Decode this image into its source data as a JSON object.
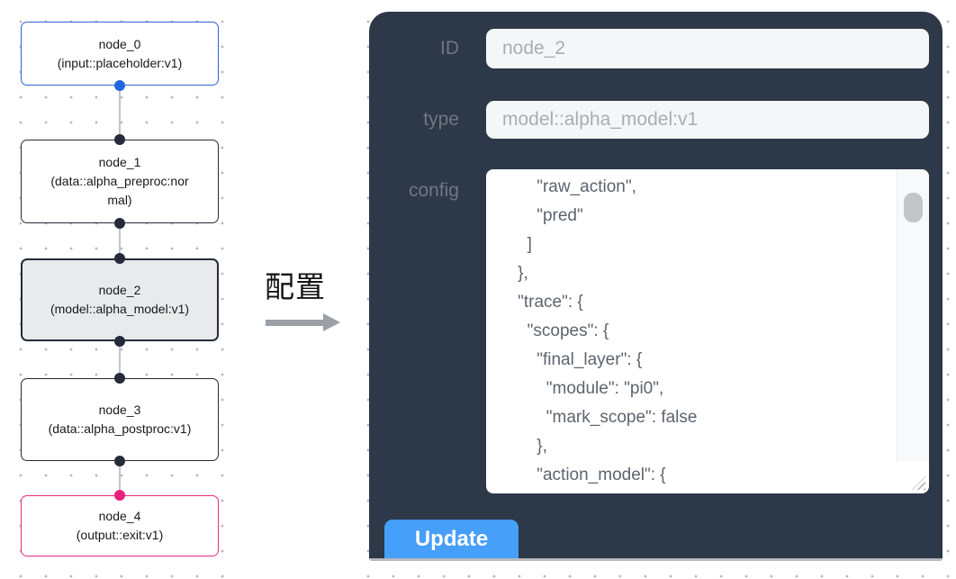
{
  "canvas": {
    "nodes": [
      {
        "id": "node_0",
        "title": "node_0",
        "subtitle": "(input::placeholder:v1)",
        "kind": "input",
        "border_color": "#2e62d9",
        "selected": false
      },
      {
        "id": "node_1",
        "title": "node_1",
        "subtitle": "(data::alpha_preproc:normal)",
        "kind": "data",
        "border_color": "#252b38",
        "selected": false
      },
      {
        "id": "node_2",
        "title": "node_2",
        "subtitle": "(model::alpha_model:v1)",
        "kind": "model",
        "border_color": "#252b38",
        "selected": true
      },
      {
        "id": "node_3",
        "title": "node_3",
        "subtitle": "(data::alpha_postproc:v1)",
        "kind": "data",
        "border_color": "#252b38",
        "selected": false
      },
      {
        "id": "node_4",
        "title": "node_4",
        "subtitle": "(output::exit:v1)",
        "kind": "output",
        "border_color": "#ea2a7e",
        "selected": false
      }
    ],
    "port_colors": {
      "input": "#2166e0",
      "default": "#252b38",
      "output": "#ea1f7b"
    }
  },
  "annotation": {
    "label": "配置",
    "arrow_direction": "right"
  },
  "panel": {
    "background": "#2d3848",
    "fields": [
      {
        "label": "ID",
        "value": "node_2"
      },
      {
        "label": "type",
        "value": "model::alpha_model:v1"
      }
    ],
    "config_label": "config",
    "config_value": "        \"raw_action\",\n        \"pred\"\n      ]\n    },\n    \"trace\": {\n      \"scopes\": {\n        \"final_layer\": {\n          \"module\": \"pi0\",\n          \"mark_scope\": false\n        },\n        \"action_model\": {",
    "update_label": "Update",
    "update_color": "#469ff8"
  }
}
